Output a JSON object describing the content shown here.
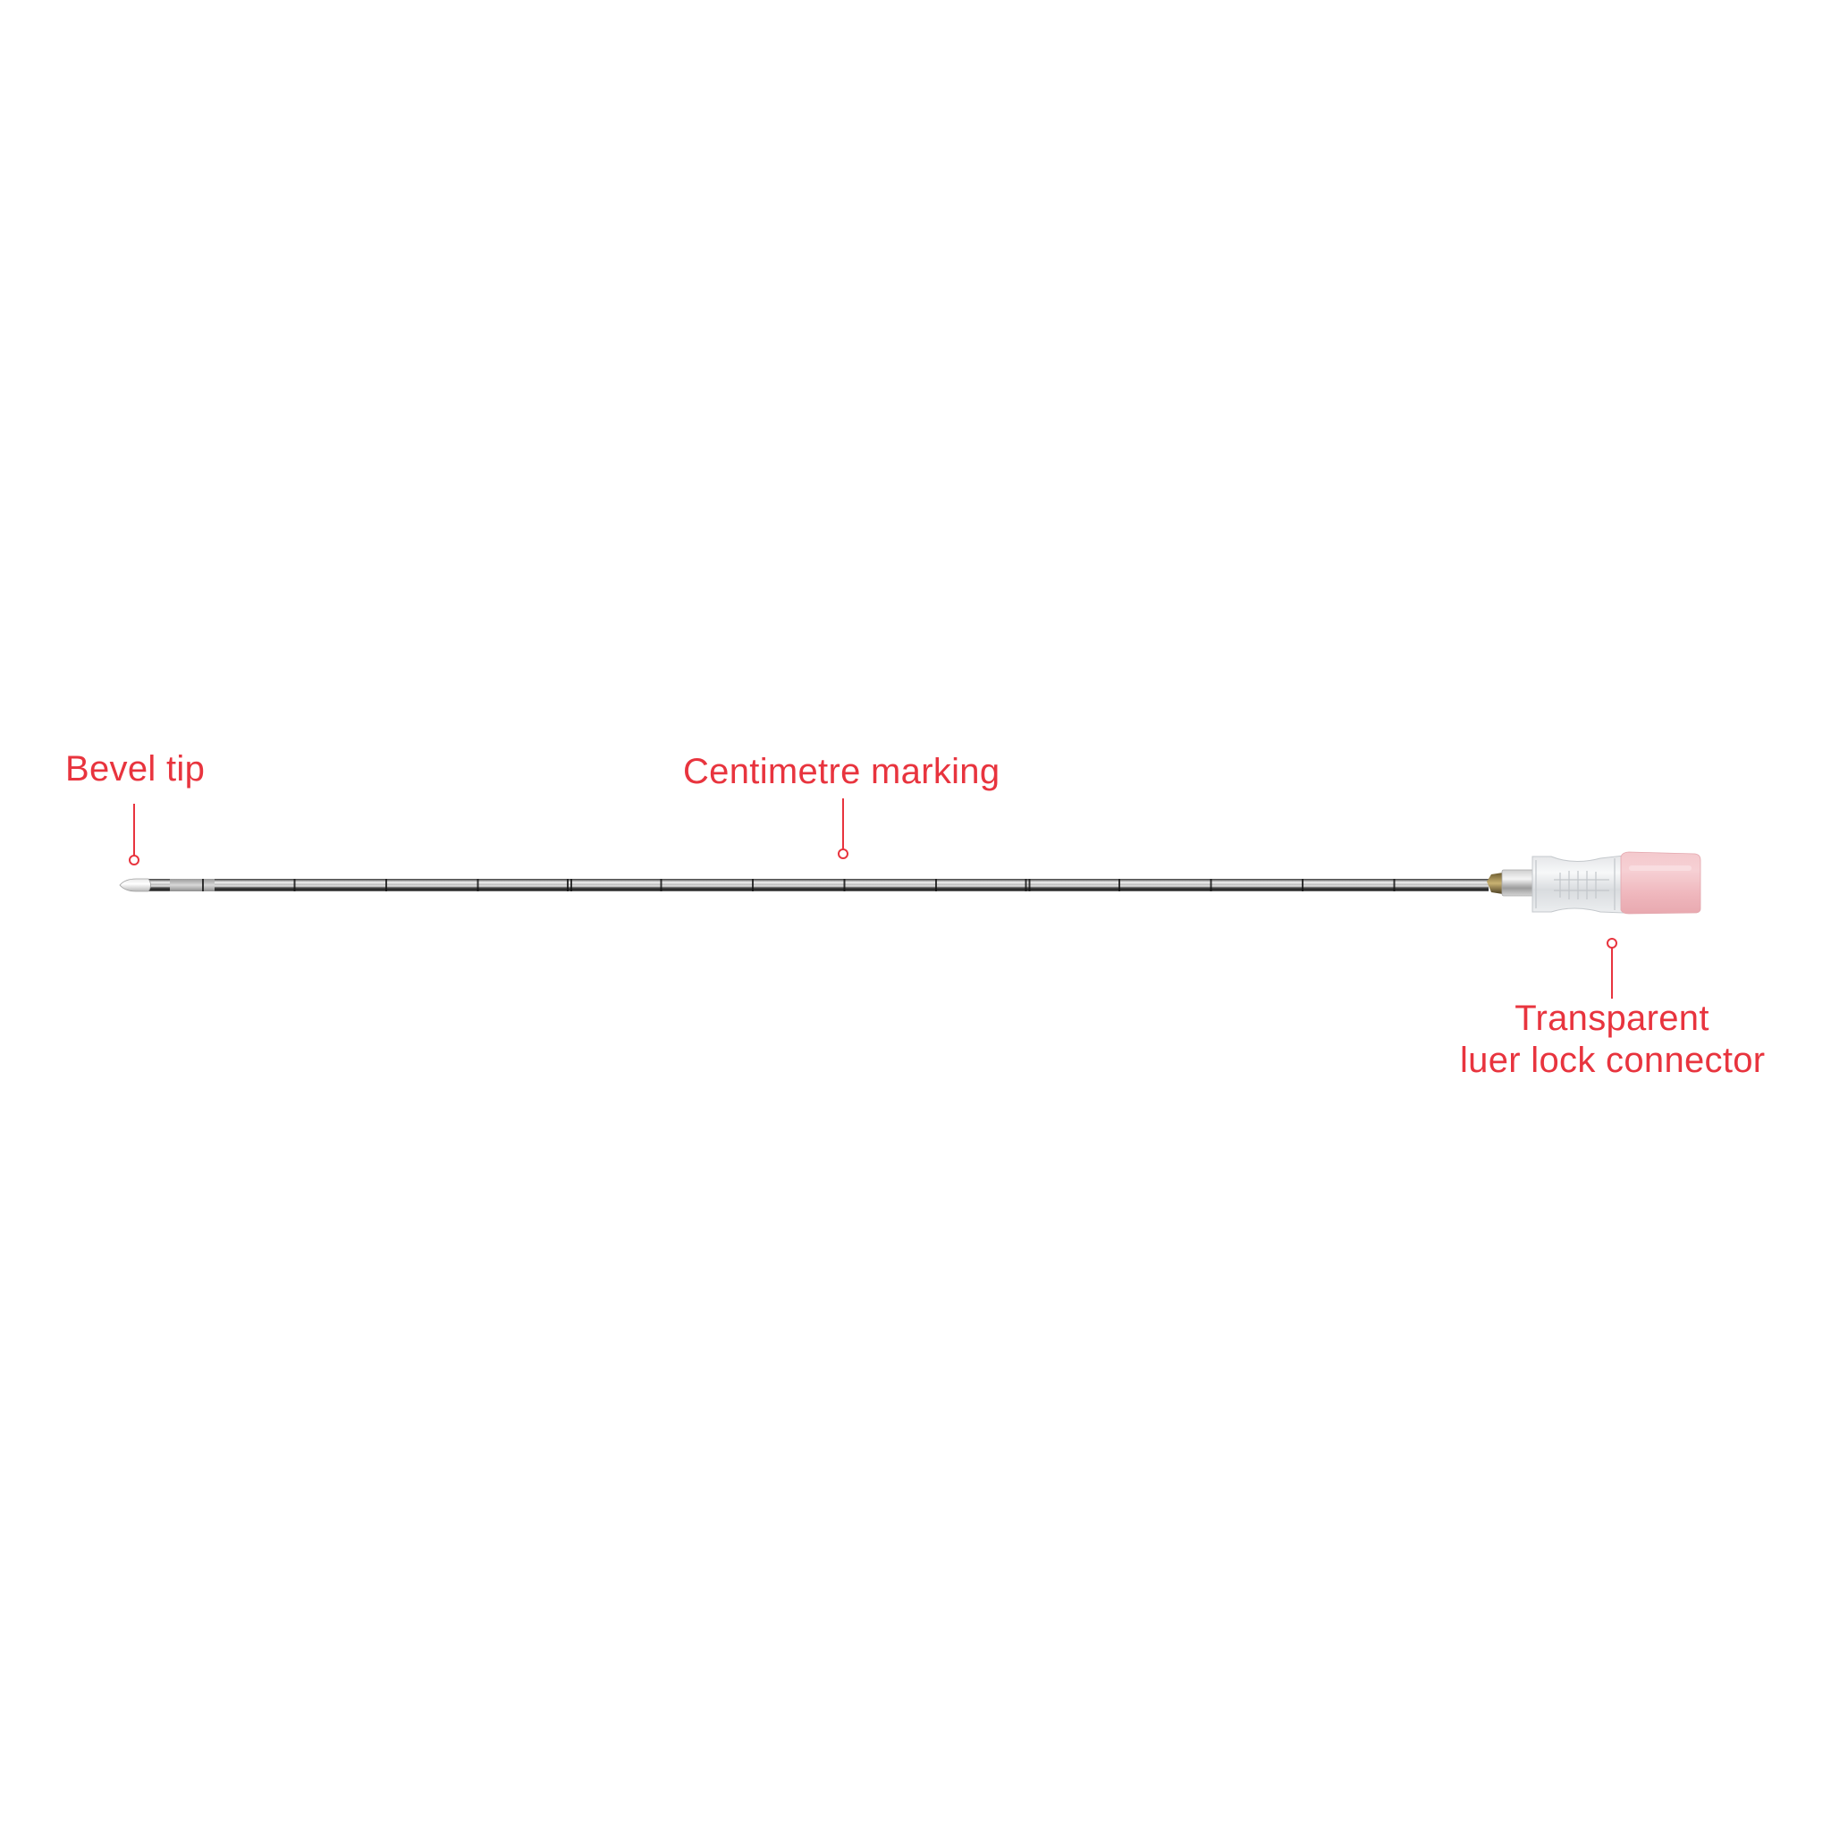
{
  "diagram": {
    "subject": "Spinal needle with centimetre markings",
    "accent_color": "#e8343e",
    "cap_color": "#f1b9bf",
    "callouts": {
      "bevel_tip": {
        "label": "Bevel tip"
      },
      "centimetre_marking": {
        "label": "Centimetre marking"
      },
      "luer_connector": {
        "line1": "Transparent",
        "line2": "luer lock connector"
      }
    },
    "markings": {
      "count": 14,
      "double_marking_indices": [
        4,
        9
      ],
      "note": "ticks every 1 cm, double tick every 5 cm"
    }
  }
}
